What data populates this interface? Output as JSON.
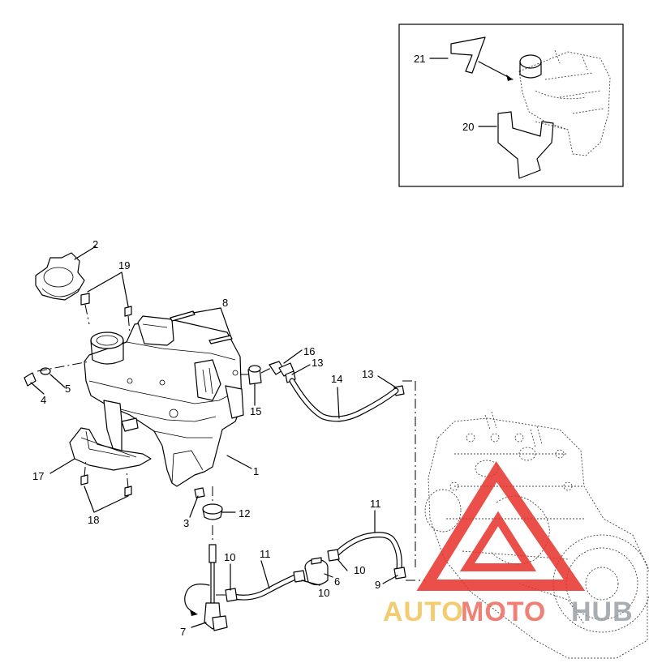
{
  "callouts": {
    "c1": "1",
    "c2": "2",
    "c3": "3",
    "c4": "4",
    "c5": "5",
    "c6": "6",
    "c7": "7",
    "c8": "8",
    "c9": "9",
    "c10a": "10",
    "c10b": "10",
    "c10c": "10",
    "c11a": "11",
    "c11b": "11",
    "c12": "12",
    "c13a": "13",
    "c13b": "13",
    "c14": "14",
    "c15": "15",
    "c16": "16",
    "c17": "17",
    "c18": "18",
    "c19": "19"
  },
  "inset": {
    "c20": "20",
    "c21": "21"
  },
  "watermark": {
    "part1": "AUTO",
    "part2": "MOTO",
    "part3": "HUB",
    "colors": {
      "auto": "#f2c45a",
      "moto": "#ec6a5e",
      "hub": "#9aa0a6",
      "logo": "#e8312a"
    }
  }
}
